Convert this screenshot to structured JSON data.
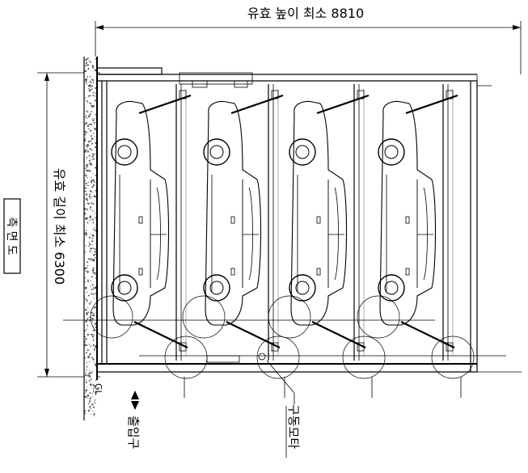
{
  "dimensions": {
    "height_label": "유효 높이 최소 8810",
    "length_label": "유효 길이 최소 6300"
  },
  "labels": {
    "view_title": "측 면 도",
    "ground_line": "GL",
    "entrance": "출입구",
    "drive_motor": "구동모타"
  },
  "parking_levels": 4,
  "colors": {
    "line": "#000000",
    "ground_hatch": "#555555"
  }
}
